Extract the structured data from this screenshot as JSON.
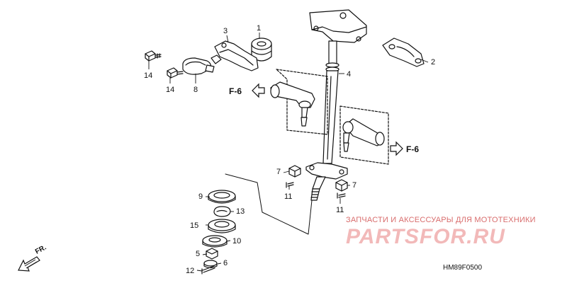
{
  "callouts": {
    "n1": "1",
    "n2": "2",
    "n3": "3",
    "n4": "4",
    "n5": "5",
    "n6": "6",
    "n7a": "7",
    "n7b": "7",
    "n8": "8",
    "n9": "9",
    "n10": "10",
    "n11a": "11",
    "n11b": "11",
    "n12": "12",
    "n13": "13",
    "n14a": "14",
    "n14b": "14",
    "n15": "15"
  },
  "refs": {
    "left": "F-6",
    "right": "F-6"
  },
  "direction": "FR.",
  "diagram_code": "HM89F0500",
  "watermark": {
    "text": "ЗАПЧАСТИ И АКСЕССУАРЫ ДЛЯ МОТОТЕХНИКИ",
    "logo": "PARTSFOR.RU"
  },
  "colors": {
    "ink": "#111111",
    "watermark_text": "#cc3b3b",
    "watermark_logo": "#f0a8a8"
  }
}
